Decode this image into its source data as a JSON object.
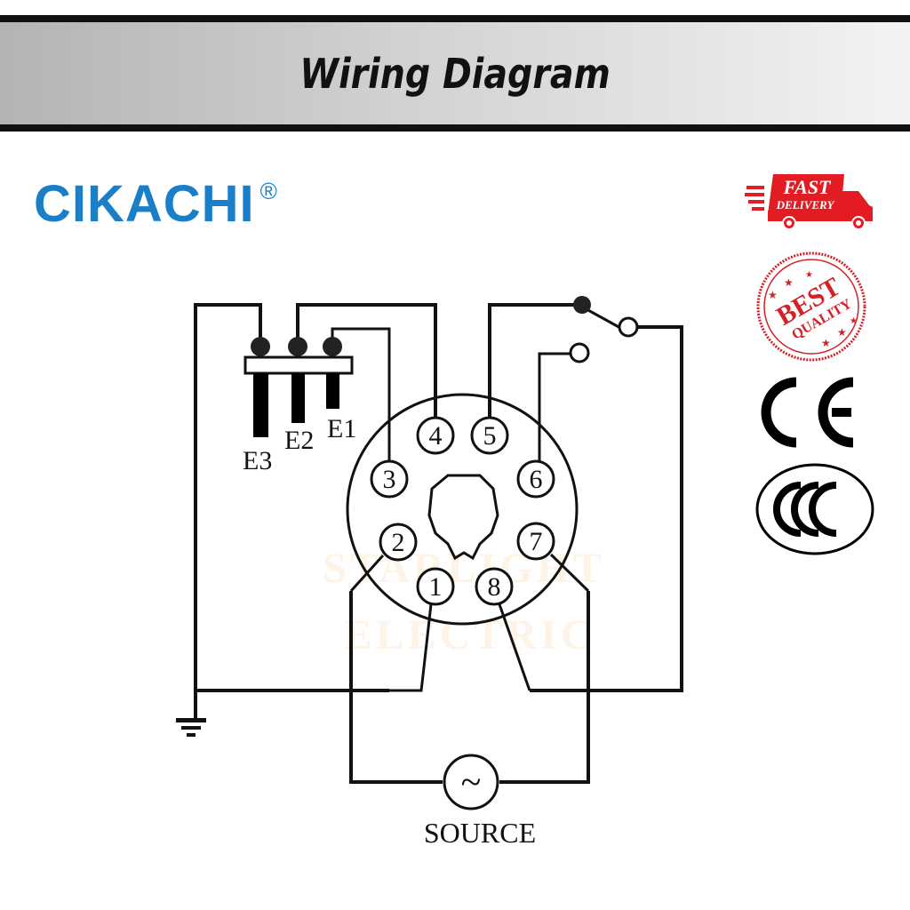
{
  "header": {
    "title": "Wiring Diagram"
  },
  "brand": {
    "name": "CIKACHI",
    "registered": "®",
    "color": "#1a7fc8"
  },
  "badges": {
    "fast_delivery": {
      "line1": "FAST",
      "line2": "DELIVERY",
      "color": "#e31b23"
    },
    "best_quality": {
      "line1": "BEST",
      "line2": "QUALITY",
      "color": "#d42027"
    },
    "ce_mark": {
      "text": "CE"
    },
    "ccc_mark": {
      "text": "CCC"
    }
  },
  "diagram": {
    "electrodes": [
      "E3",
      "E2",
      "E1"
    ],
    "pins": [
      "1",
      "2",
      "3",
      "4",
      "5",
      "6",
      "7",
      "8"
    ],
    "source_symbol": "~",
    "source_label": "SOURCE",
    "watermark": {
      "line1": "STARLIGHT",
      "line2": "ELECTRIC"
    }
  }
}
